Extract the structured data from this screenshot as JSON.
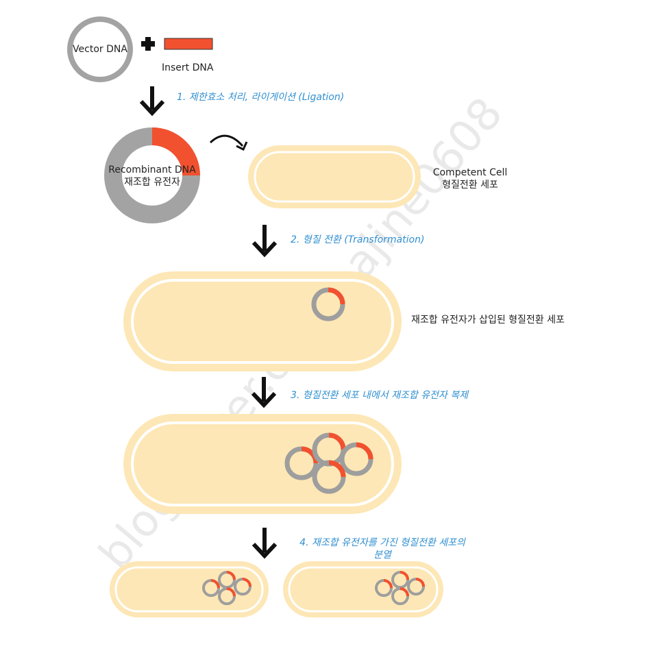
{
  "colors": {
    "cell_fill": "#fde7b6",
    "cell_border": "#fbeccd",
    "plasmid_gray": "#9e9e9e",
    "insert_red": "#f2512f",
    "step_text": "#2f8fd0",
    "arrow": "#111111"
  },
  "labels": {
    "vector_dna": "Vector DNA",
    "insert_dna": "Insert DNA",
    "recombinant_en": "Recombinant DNA",
    "recombinant_ko": "재조합 유전자",
    "competent_en": "Competent Cell",
    "competent_ko": "형질전환 세포",
    "transformed_cell": "재조합 유전자가 삽입된 형질전환 세포"
  },
  "steps": {
    "step1": "1. 제한효소 처리, 라이게이션 (Ligation)",
    "step2": "2. 형질 전환 (Transformation)",
    "step3": "3. 형질전환 세포 내에서 재조합 유전자 복제",
    "step4_line1": "4. 재조합 유전자를 가진 형질전환 세포의",
    "step4_line2": "분열"
  },
  "watermark": "blog.naver.com/najine0608"
}
